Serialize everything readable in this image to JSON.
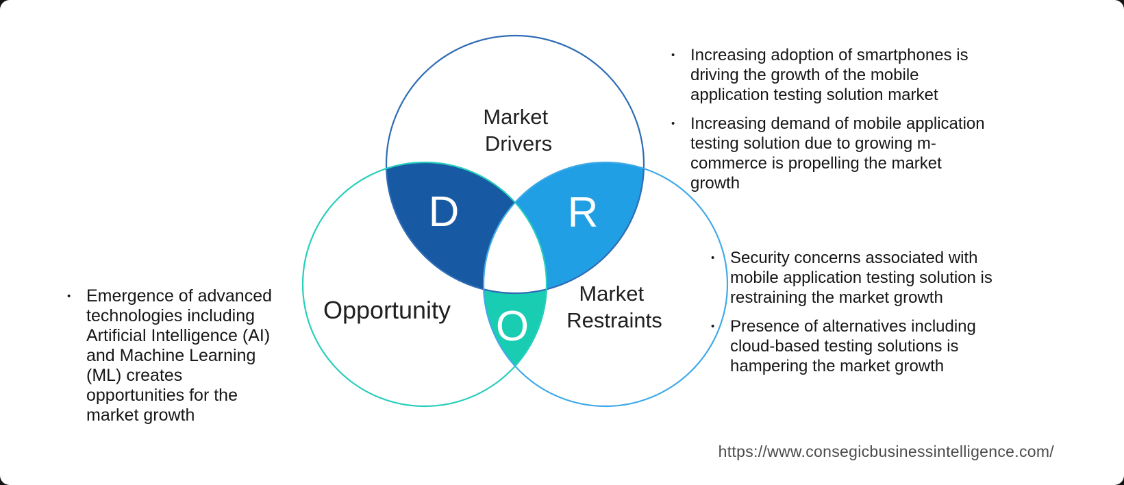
{
  "venn": {
    "drivers": {
      "label_line1": "Market",
      "label_line2": "Drivers",
      "letter": "D",
      "region_fill": "#1759A3",
      "outline_color": "#2E6CB5"
    },
    "restraints": {
      "label_line1": "Market",
      "label_line2": "Restraints",
      "letter": "R",
      "region_fill": "#219FE4",
      "outline_color": "#3FA9E8"
    },
    "opportunity": {
      "label": "Opportunity",
      "letter": "O",
      "region_fill": "#19CDB2",
      "outline_color": "#27CEBB"
    },
    "center_fill": "#FFFFFF"
  },
  "bullet_glyph": "•",
  "bullets": {
    "drivers": [
      "Increasing adoption of smartphones is driving the growth of the mobile application testing solution market",
      "Increasing demand of mobile application testing solution due to growing m-commerce is propelling the market growth"
    ],
    "restraints": [
      "Security concerns associated with mobile application testing solution is restraining the market growth",
      "Presence of alternatives including cloud-based testing solutions is hampering the market growth"
    ],
    "opportunity": [
      "Emergence of advanced technologies including Artificial Intelligence (AI) and Machine Learning (ML) creates opportunities for the market growth"
    ]
  },
  "footer": {
    "source_url": "https://www.consegicbusinessintelligence.com/"
  }
}
